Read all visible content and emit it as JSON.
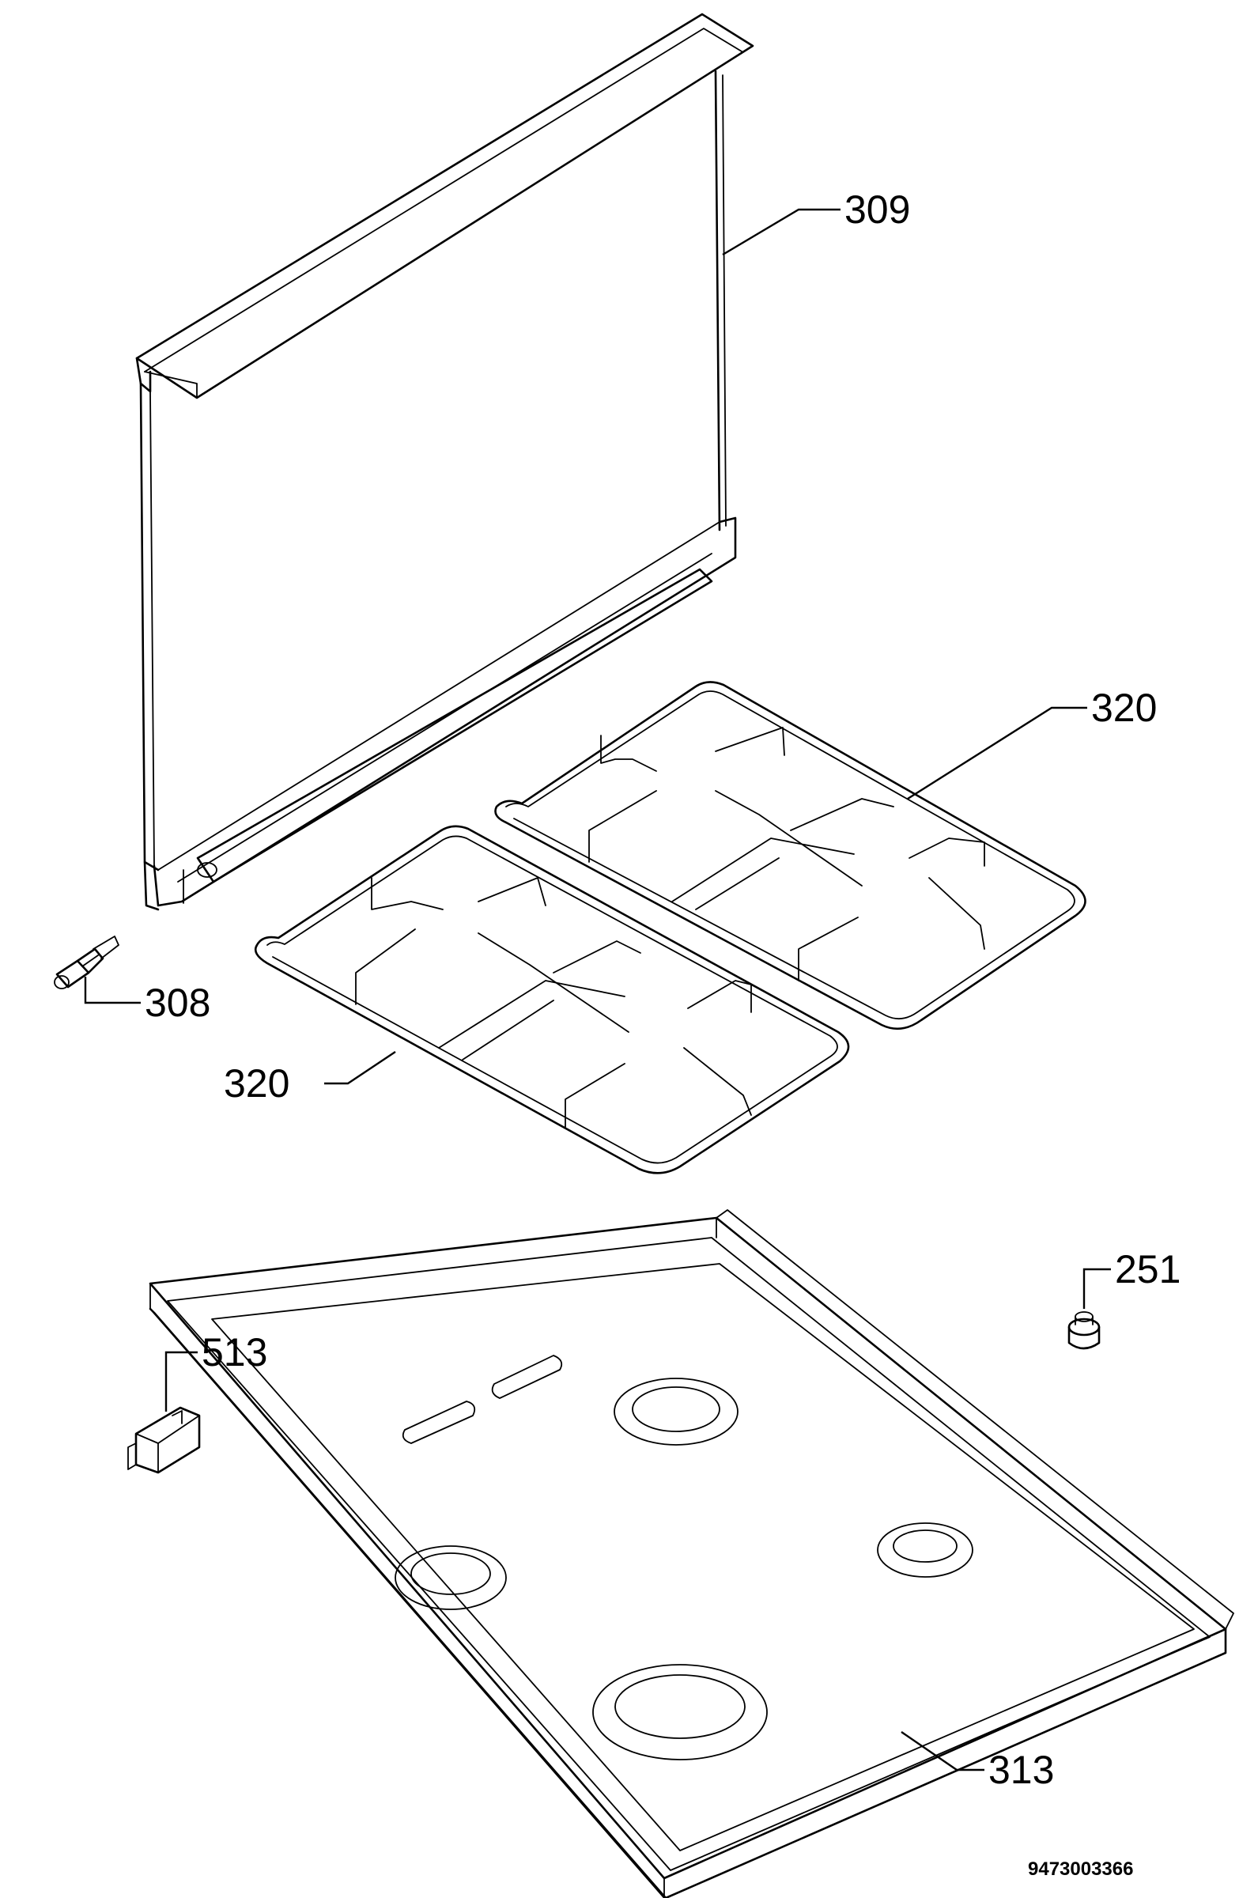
{
  "callouts": {
    "p309": "309",
    "p320_upper": "320",
    "p320_lower": "320",
    "p308": "308",
    "p251": "251",
    "p513": "513",
    "p313": "313"
  },
  "reference_number": "9473003366"
}
